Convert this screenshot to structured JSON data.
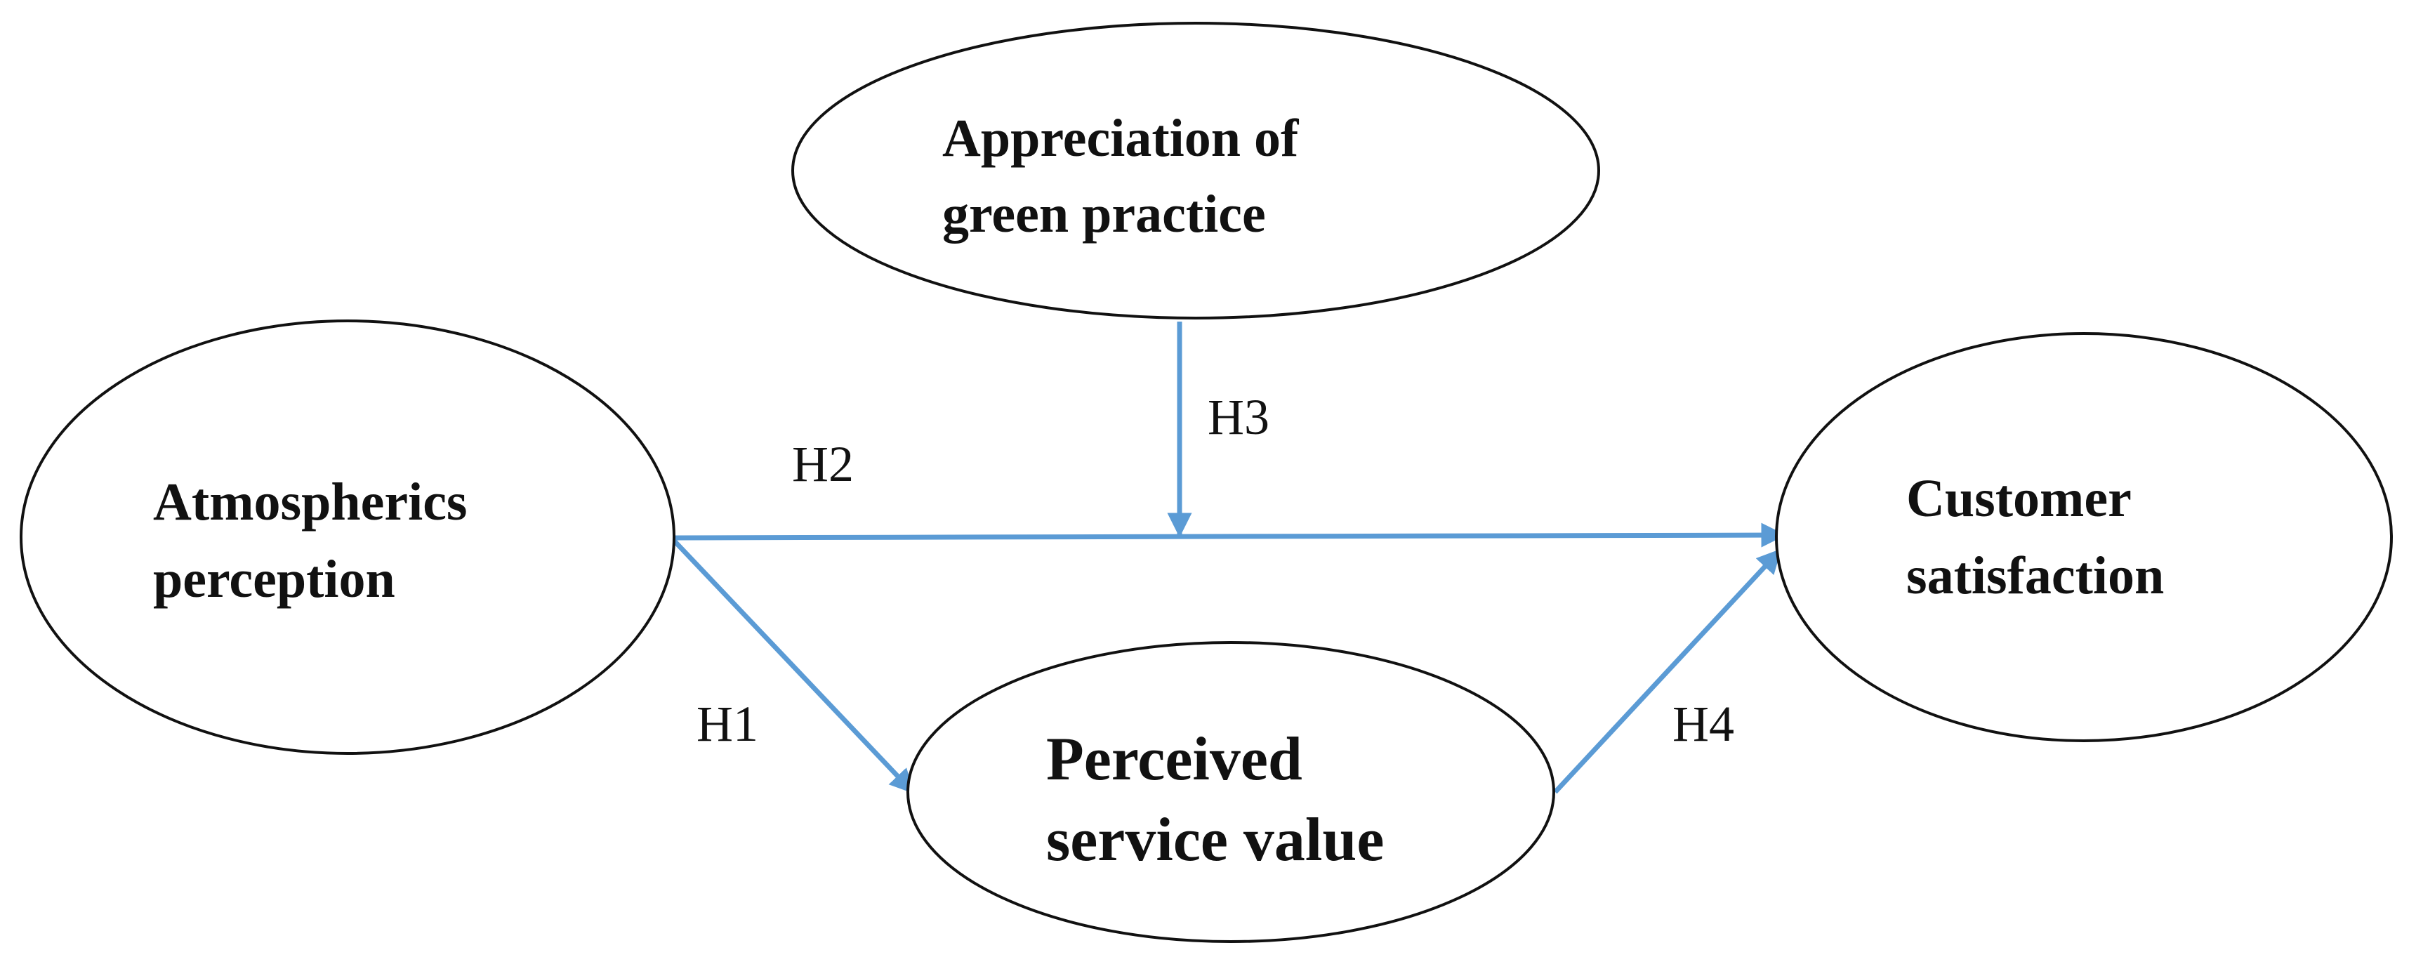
{
  "diagram": {
    "arrow_color": "#5b9bd5",
    "nodes": {
      "appreciation": {
        "line1": "Appreciation of",
        "line2": "green practice"
      },
      "atmospherics": {
        "line1": "Atmospherics",
        "line2": "perception"
      },
      "customer": {
        "line1": "Customer",
        "line2": "satisfaction"
      },
      "perceived": {
        "line1": "Perceived",
        "line2": "service value"
      }
    },
    "edges": {
      "h1": "H1",
      "h2": "H2",
      "h3": "H3",
      "h4": "H4"
    }
  }
}
